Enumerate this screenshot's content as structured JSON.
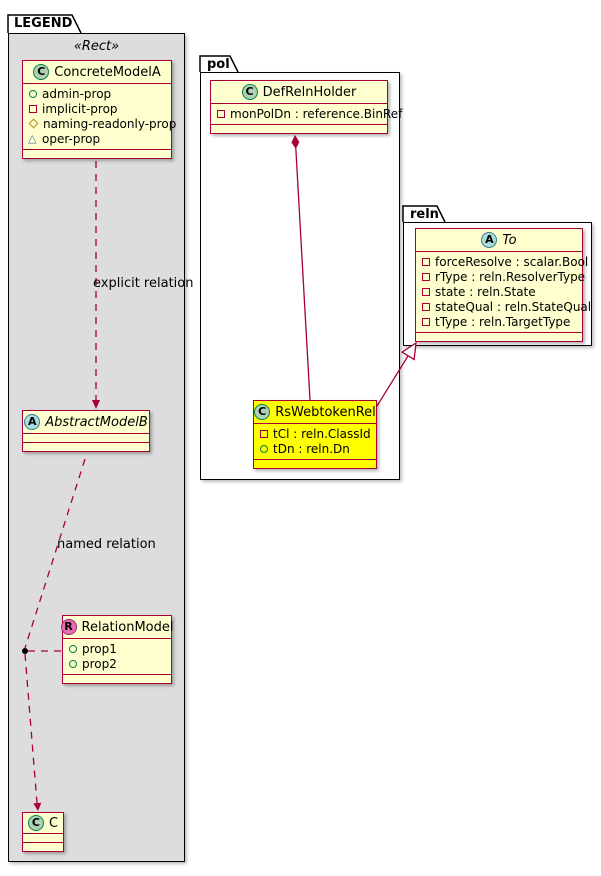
{
  "colors": {
    "accent": "#A80036",
    "class-fill": "#FEFECE",
    "highlight-fill": "#FFFF00",
    "legend-fill": "#DDDDDD",
    "spot-c-bg": "#ADD1B2",
    "spot-c-border": "#038048",
    "spot-a-bg": "#A9DCDF",
    "spot-a-border": "#3A7B8A",
    "spot-r-bg": "#E36DAE",
    "spot-r-border": "#A0246F",
    "icon-public": "#038048",
    "icon-private": "#A80036",
    "icon-protected": "#B38D22",
    "icon-package": "#4177AF"
  },
  "packages": {
    "legend": {
      "label": "LEGEND",
      "stereotype": "«Rect»"
    },
    "pol": {
      "label": "pol"
    },
    "reln": {
      "label": "reln"
    }
  },
  "classes": {
    "concreteModelA": {
      "letter": "C",
      "name": "ConcreteModelA",
      "members": [
        {
          "icon": "circle",
          "text": "admin-prop"
        },
        {
          "icon": "square",
          "text": "implicit-prop"
        },
        {
          "icon": "diamond",
          "text": "naming-readonly-prop"
        },
        {
          "icon": "triangle",
          "text": "oper-prop"
        }
      ]
    },
    "abstractModelB": {
      "letter": "A",
      "name": "AbstractModelB"
    },
    "relationModel": {
      "letter": "R",
      "name": "RelationModel",
      "members": [
        {
          "icon": "circle",
          "text": "prop1"
        },
        {
          "icon": "circle",
          "text": "prop2"
        }
      ]
    },
    "c": {
      "letter": "C",
      "name": "C"
    },
    "defRelnHolder": {
      "letter": "C",
      "name": "DefRelnHolder",
      "members": [
        {
          "icon": "square",
          "text": "monPolDn : reference.BinRef"
        }
      ]
    },
    "rsWebtokenRel": {
      "letter": "C",
      "name": "RsWebtokenRel",
      "members": [
        {
          "icon": "square",
          "text": "tCl : reln.ClassId"
        },
        {
          "icon": "circle",
          "text": "tDn : reln.Dn"
        }
      ]
    },
    "to": {
      "letter": "A",
      "name": "To",
      "members": [
        {
          "icon": "square",
          "text": "forceResolve : scalar.Bool"
        },
        {
          "icon": "square",
          "text": "rType : reln.ResolverType"
        },
        {
          "icon": "square",
          "text": "state : reln.State"
        },
        {
          "icon": "square",
          "text": "stateQual : reln.StateQual"
        },
        {
          "icon": "square",
          "text": "tType : reln.TargetType"
        }
      ]
    }
  },
  "edges": {
    "explicit": {
      "label": "explicit relation"
    },
    "named": {
      "label": "named relation"
    }
  }
}
